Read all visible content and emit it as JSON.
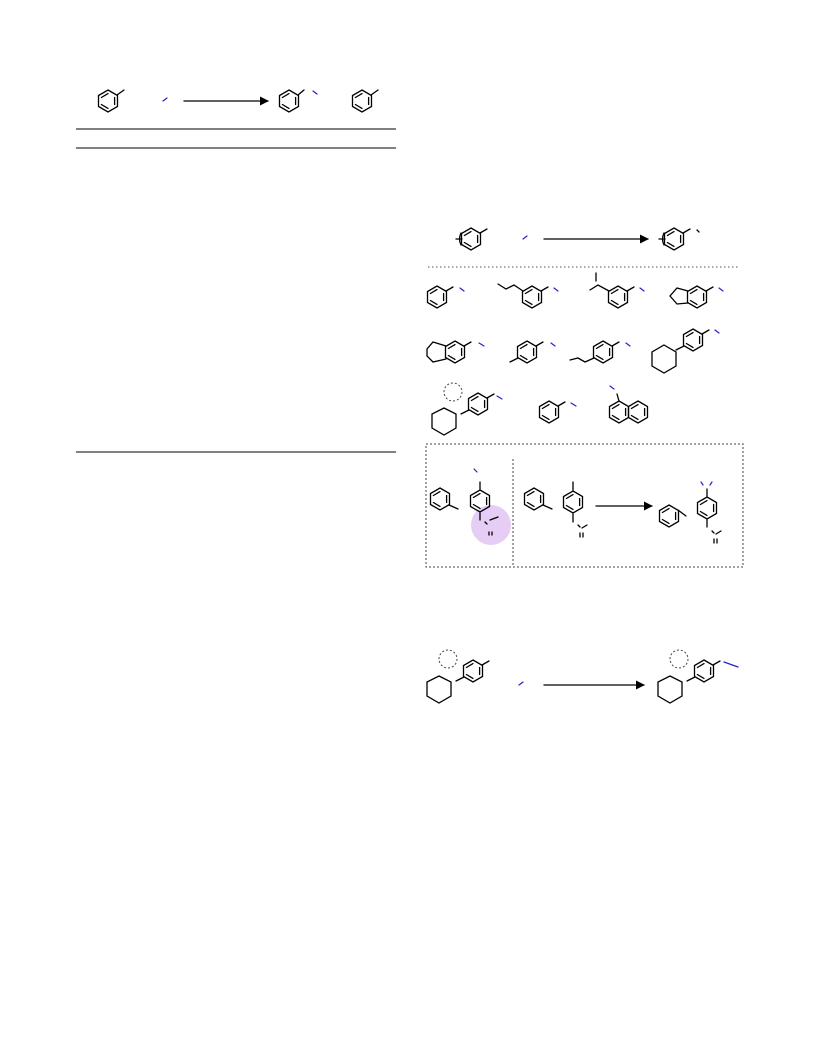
{
  "colors": {
    "accent": "#2222cc",
    "highlight": "#e6cdf5",
    "ink": "#000000"
  },
  "figure": {
    "top_scheme": {
      "arrow": "reaction-arrow"
    },
    "table": {
      "rules": 3
    },
    "substrate_scope": {
      "rows": 3,
      "separator": "dotted"
    },
    "mechanism_panel": {
      "frame": "dashed"
    },
    "bottom_scheme": {
      "arrow": "reaction-arrow"
    }
  }
}
